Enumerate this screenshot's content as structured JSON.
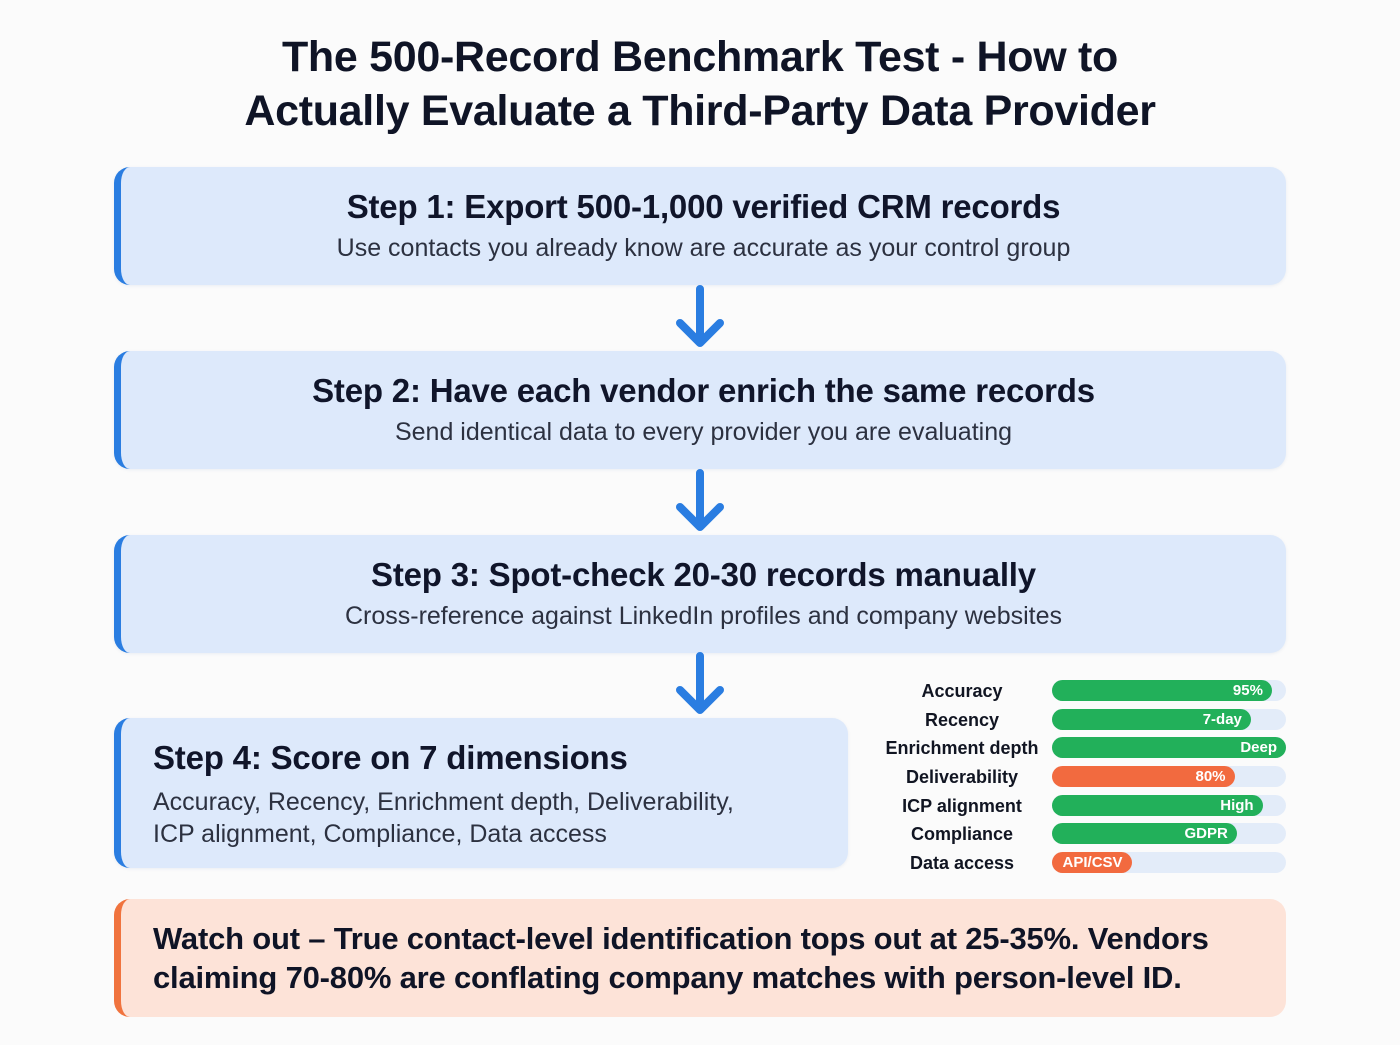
{
  "title": {
    "line1": "The 500-Record Benchmark Test - How to",
    "line2": "Actually Evaluate a Third-Party Data Provider"
  },
  "colors": {
    "step_accent": "#2a7de1",
    "step_background": "#dde9fb",
    "arrow": "#2a7de1",
    "bar_good": "#22b05a",
    "bar_warn": "#f26a3f",
    "bar_track": "#e3ecf9",
    "warning_accent": "#f0733e",
    "warning_background": "#fde3d8"
  },
  "steps": [
    {
      "title": "Step 1: Export 500-1,000 verified CRM records",
      "subtitle": "Use contacts you already know are accurate as your control group"
    },
    {
      "title": "Step 2: Have each vendor enrich the same records",
      "subtitle": "Send identical data to every provider you are evaluating"
    },
    {
      "title": "Step 3: Spot-check 20-30 records manually",
      "subtitle": "Cross-reference against LinkedIn profiles and company websites"
    },
    {
      "title": "Step 4: Score on 7 dimensions",
      "subtitle_line1": "Accuracy, Recency, Enrichment depth, Deliverability,",
      "subtitle_line2": "ICP alignment, Compliance, Data access"
    }
  ],
  "arrows": [
    "arrow-down-icon",
    "arrow-down-icon",
    "arrow-down-icon"
  ],
  "scorecard": [
    {
      "label": "Accuracy",
      "value": "95%",
      "fill_pct": 94,
      "status": "good"
    },
    {
      "label": "Recency",
      "value": "7-day",
      "fill_pct": 85,
      "status": "good"
    },
    {
      "label": "Enrichment depth",
      "value": "Deep",
      "fill_pct": 100,
      "status": "good"
    },
    {
      "label": "Deliverability",
      "value": "80%",
      "fill_pct": 78,
      "status": "warn"
    },
    {
      "label": "ICP alignment",
      "value": "High",
      "fill_pct": 90,
      "status": "good"
    },
    {
      "label": "Compliance",
      "value": "GDPR",
      "fill_pct": 79,
      "status": "good"
    },
    {
      "label": "Data access",
      "value": "API/CSV",
      "fill_pct": 34,
      "status": "warn"
    }
  ],
  "warning": {
    "line1": "Watch out – True contact-level identification tops out at 25-35%. Vendors",
    "line2": "claiming 70-80% are conflating company matches with person-level ID."
  }
}
